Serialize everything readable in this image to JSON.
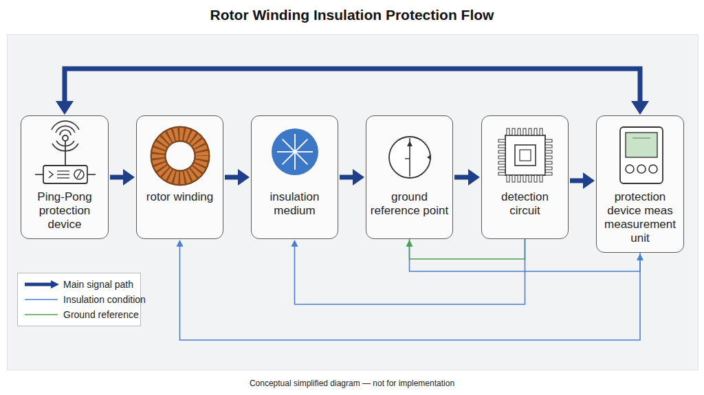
{
  "diagram": {
    "title": "Rotor Winding Insulation Protection Flow",
    "caption": "Conceptual simplified diagram — not for implementation",
    "nodes": [
      {
        "text": [
          "Ping-Pong protection device"
        ]
      },
      {
        "text": [
          "rotor winding"
        ]
      },
      {
        "text": [
          "insulation medium"
        ]
      },
      {
        "text": [
          "ground reference point"
        ]
      },
      {
        "text": [
          "detection circuit"
        ]
      },
      {
        "text": [
          "protection device meas measurement unit"
        ]
      }
    ],
    "edges": [
      {
        "from": 0,
        "to": 1,
        "arrow": "to"
      },
      {
        "from": 1,
        "to": 2,
        "arrow": "to"
      },
      {
        "from": 2,
        "to": 3,
        "arrow": "to"
      },
      {
        "from": 3,
        "to": 4,
        "arrow": "to"
      },
      {
        "from": 4,
        "to": 5,
        "arrow": "to"
      },
      {
        "from": 0,
        "to": 5,
        "arrow": "both"
      },
      {
        "from": 5,
        "to": 1,
        "arrow": "to"
      },
      {
        "from": 3,
        "to": 5,
        "arrow": "to"
      },
      {
        "from": 4,
        "to": 3,
        "arrow": "to"
      },
      {
        "from": 4,
        "to": 2,
        "arrow": "to"
      }
    ],
    "legend": [
      {
        "text": "Main signal path"
      },
      {
        "text": "Insulation condition"
      },
      {
        "text": "Ground reference"
      }
    ]
  }
}
